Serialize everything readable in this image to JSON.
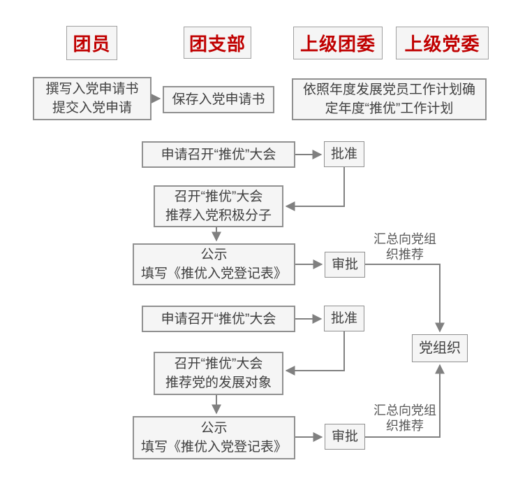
{
  "diagram": {
    "type": "flowchart",
    "colors": {
      "header_text": "#c00000",
      "box_fill": "#f5f5f5",
      "box_border": "#909090",
      "connector": "#808080",
      "node_text": "#3f3f3f"
    },
    "lanes": {
      "member": "团员",
      "branch": "团支部",
      "league": "上级团委",
      "party": "上级党委"
    },
    "nodes": {
      "write_app": {
        "line1": "撰写入党申请书",
        "line2": "提交入党申请"
      },
      "save_app": {
        "line1": "保存入党申请书"
      },
      "plan": {
        "line1": "依照年度发展党员工作计划确",
        "line2": "定年度“推优”工作计划"
      },
      "apply1": {
        "line1": "申请召开“推优”大会"
      },
      "approve1": {
        "line1": "批准"
      },
      "convene1": {
        "line1": "召开“推优”大会",
        "line2": "推荐入党积极分子"
      },
      "publicity1": {
        "line1": "公示",
        "line2": "填写《推优入党登记表》"
      },
      "review1": {
        "line1": "审批"
      },
      "apply2": {
        "line1": "申请召开“推优”大会"
      },
      "approve2": {
        "line1": "批准"
      },
      "convene2": {
        "line1": "召开“推优”大会",
        "line2": "推荐党的发展对象"
      },
      "publicity2": {
        "line1": "公示",
        "line2": "填写《推优入党登记表》"
      },
      "review2": {
        "line1": "审批"
      },
      "party_org": {
        "line1": "党组织"
      }
    },
    "edge_labels": {
      "summary1": {
        "line1": "汇总向党组",
        "line2": "织推荐"
      },
      "summary2": {
        "line1": "汇总向党组",
        "line2": "织推荐"
      }
    }
  }
}
